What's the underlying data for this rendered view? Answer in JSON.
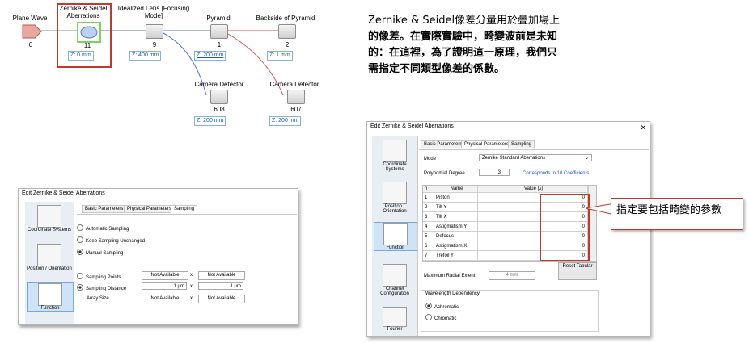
{
  "workflow": {
    "nodes": [
      {
        "title": "Plane Wave",
        "id": "0"
      },
      {
        "title": "Zernike & Seidel Aberrations",
        "id": "11",
        "z": "Z: 0 mm"
      },
      {
        "title": "Idealized Lens [Focusing Mode]",
        "id": "9",
        "z": "Z: 400 mm"
      },
      {
        "title": "Pyramid",
        "id": "1",
        "z": "Z: 200 mm"
      },
      {
        "title": "Backside of Pyramid",
        "id": "2",
        "z": "Z: 1 mm"
      },
      {
        "title": "Camera Detector",
        "id": "608",
        "z": "Z: 200 mm"
      },
      {
        "title": "Camera Detector",
        "id": "607",
        "z": "Z: 200 mm"
      }
    ]
  },
  "description": {
    "line1": "Zernike & Seidel像差分量用於疊加場上",
    "line2": "的像差。在實際實驗中，畸變波前是未知",
    "line3": "的：在這裡，為了證明這一原理，我們只",
    "line4": "需指定不同類型像差的係數。"
  },
  "callout": "指定要包括畸變的參數",
  "dialog_sampling": {
    "title": "Edit Zernike & Seidel Aberrations",
    "tabs": [
      "Basic Parameters",
      "Physical Parameters",
      "Sampling"
    ],
    "sidebar": [
      "Coordinate Systems",
      "Position / Orientation",
      "Function"
    ],
    "options": [
      "Automatic Sampling",
      "Keep Sampling Unchanged",
      "Manual Sampling"
    ],
    "sampling_points": "Sampling Points",
    "sampling_distance": "Sampling Distance",
    "array_size": "Array Size",
    "na": "Not Available",
    "x": "x",
    "dist": "1 µm"
  },
  "dialog_physical": {
    "title": "Edit Zernike & Seidel Aberrations",
    "close": "✕",
    "tabs": [
      "Basic Parameters",
      "Physical Parameters",
      "Sampling"
    ],
    "sidebar": [
      "Coordinate Systems",
      "Position / Orientation",
      "Function",
      "Channel Configuration",
      "Fourier"
    ],
    "mode_label": "Mode",
    "mode_value": "Zernike Standard Aberrations",
    "poly_label": "Polynomial Degree",
    "poly_value": "3",
    "poly_note": "Corresponds to 10 Coefficients",
    "table_headers": [
      "n",
      "Name",
      "Value [λ]"
    ],
    "rows": [
      {
        "n": "1",
        "name": "Piston",
        "value": "0"
      },
      {
        "n": "2",
        "name": "Tilt Y",
        "value": "0"
      },
      {
        "n": "3",
        "name": "Tilt X",
        "value": "0"
      },
      {
        "n": "4",
        "name": "Astigmatism Y",
        "value": "0"
      },
      {
        "n": "5",
        "name": "Defocus",
        "value": "0"
      },
      {
        "n": "6",
        "name": "Astigmatism X",
        "value": "0"
      },
      {
        "n": "7",
        "name": "Trefoil Y",
        "value": "0"
      }
    ],
    "reset": "Reset Tabular",
    "radial_label": "Maximum Radial Extent",
    "radial_value": "4 mm",
    "wave_group": "Wavelength Dependency",
    "achromatic": "Achromatic",
    "chromatic": "Chromatic"
  },
  "colors": {
    "highlight_red": "#c0392b",
    "selected_green": "#7dd35a",
    "link_blue": "#1a56c4",
    "line_red": "#e34b4b",
    "line_blue": "#5b6fd6"
  }
}
